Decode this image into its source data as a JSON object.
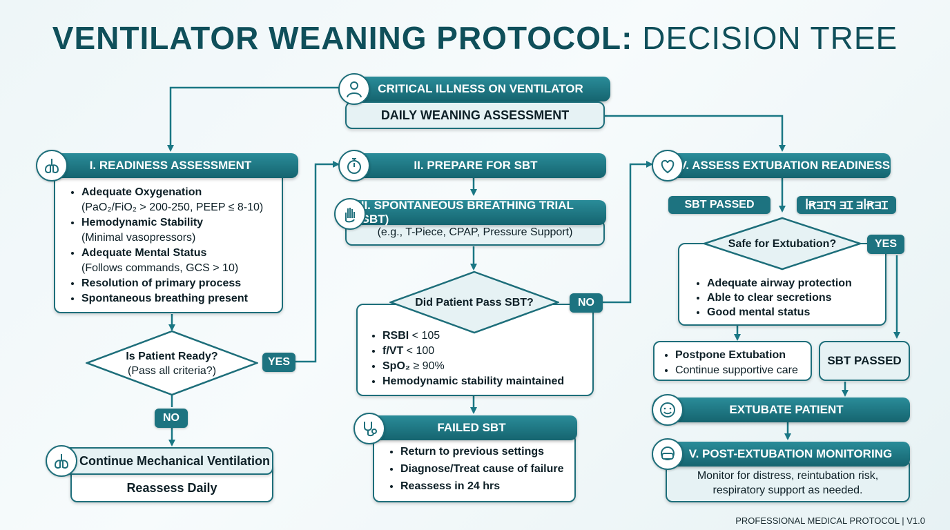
{
  "title": {
    "bold": "VENTILATOR WEANING PROTOCOL:",
    "light": "DECISION TREE"
  },
  "start": {
    "header": "CRITICAL ILLNESS ON VENTILATOR",
    "body": "DAILY WEANING ASSESSMENT"
  },
  "readiness": {
    "header": "I. READINESS ASSESSMENT",
    "items": [
      {
        "main": "Adequate Oxygenation",
        "sub": "(PaO₂/FiO₂ > 200-250, PEEP ≤ 8-10)"
      },
      {
        "main": "Hemodynamic Stability",
        "sub": "(Minimal vasopressors)"
      },
      {
        "main": "Adequate Mental Status",
        "sub": "(Follows commands, GCS > 10)"
      },
      {
        "main": "Resolution of primary process",
        "sub": ""
      },
      {
        "main": "Spontaneous breathing present",
        "sub": ""
      }
    ]
  },
  "ready_decision": {
    "line1": "Is Patient Ready?",
    "line2": "(Pass all criteria?)",
    "yes": "YES",
    "no": "NO"
  },
  "continue_mv": {
    "header": "Continue Mechanical Ventilation",
    "body": "Reassess Daily"
  },
  "prepare": {
    "header": "II. PREPARE FOR SBT"
  },
  "sbt": {
    "header": "III. SPONTANEOUS BREATHING TRIAL (SBT)",
    "body": "(e.g., T-Piece, CPAP, Pressure Support)"
  },
  "sbt_decision": {
    "question": "Did Patient Pass SBT?",
    "no": "NO",
    "items": [
      {
        "bold": "RSBI",
        "rest": " < 105"
      },
      {
        "bold": "f/VT",
        "rest": " < 100"
      },
      {
        "bold": "SpO₂",
        "rest": " ≥ 90%"
      },
      {
        "bold": "Hemodynamic stability maintained",
        "rest": ""
      }
    ]
  },
  "failed": {
    "header": "FAILED SBT",
    "items": [
      "Return to previous settings",
      "Diagnose/Treat cause of failure",
      "Reassess in 24 hrs"
    ]
  },
  "extubation_readiness": {
    "header": "IV. ASSESS EXTUBATION READINESS",
    "tag_passed": "SBT PASSED",
    "tag_garbled": "ꟾꞦƎꞮꟼ ƎꞮ ƎꟾꞦƎꞮ"
  },
  "safe_decision": {
    "question": "Safe for Extubation?",
    "yes": "YES",
    "items": [
      "Adequate airway protection",
      "Able to clear secretions",
      "Good mental status"
    ]
  },
  "postpone": {
    "items": [
      "Postpone Extubation",
      "Continue supportive care"
    ]
  },
  "sbt_passed_box": "SBT PASSED",
  "extubate": {
    "header": "EXTUBATE PATIENT"
  },
  "post": {
    "header": "V. POST-EXTUBATION MONITORING",
    "body": "Monitor for distress, reintubation risk, respiratory support as needed."
  },
  "footer": "PROFESSIONAL MEDICAL PROTOCOL | V1.0",
  "colors": {
    "primary": "#1d6e7a",
    "header_dark": "#15646f",
    "title": "#0f4f5a"
  }
}
